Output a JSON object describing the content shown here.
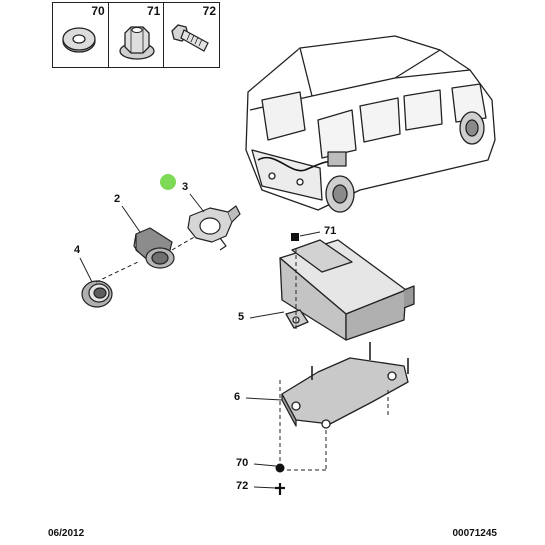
{
  "legend": [
    {
      "number": "70",
      "icon": "flat-washer-icon"
    },
    {
      "number": "71",
      "icon": "flange-nut-icon"
    },
    {
      "number": "72",
      "icon": "bolt-icon"
    }
  ],
  "callouts": {
    "c2": "2",
    "c3": "3",
    "c4": "4",
    "c5": "5",
    "c6": "6",
    "c71": "71",
    "c70": "70",
    "c72": "72"
  },
  "footer": {
    "date": "06/2012",
    "reference": "00071245"
  },
  "colors": {
    "accent_dot": "#7ed957",
    "line": "#222222",
    "part_fill": "#d9d9d9"
  }
}
